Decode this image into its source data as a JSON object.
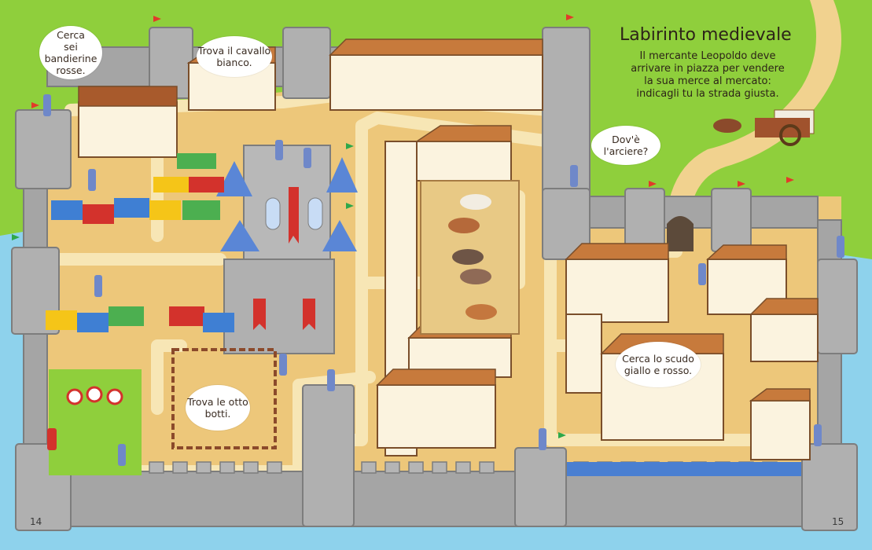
{
  "title": "Labirinto medievale",
  "intro": "Il mercante Leopoldo deve\narrivare in piazza per vendere\nla sua merce al mercato:\nindicagli tu la strada giusta.",
  "bubbles": {
    "flags": "Cerca\nsei bandierine\nrosse.",
    "horse": "Trova il cavallo\nbianco.",
    "archer": "Dov'è\nl'arciere?",
    "shield": "Cerca lo scudo\ngiallo e rosso.",
    "barrels": "Trova le otto\nbotti."
  },
  "page_numbers": {
    "left": "14",
    "right": "15"
  },
  "colors": {
    "wall": "#a5a5a5",
    "wall_dark": "#8a8a8a",
    "sand": "#edc77a",
    "path": "#f7e6b5",
    "grass": "#8fcf3c",
    "water": "#8ed2ec",
    "roof": "#c77a3c",
    "house": "#fbf3df",
    "beam": "#7a4e2a",
    "flag": "#e23a2a"
  }
}
